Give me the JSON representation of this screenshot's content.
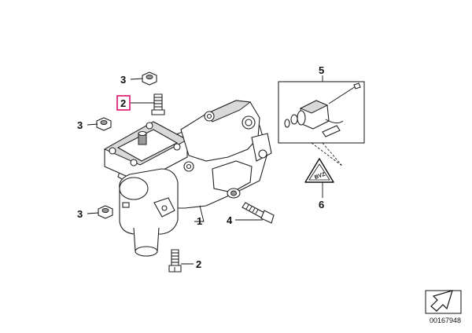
{
  "callouts": [
    {
      "id": "nut-top",
      "label": "3"
    },
    {
      "id": "bolt-top",
      "label": "2",
      "highlighted": true
    },
    {
      "id": "nut-left",
      "label": "3"
    },
    {
      "id": "part-1",
      "label": "1"
    },
    {
      "id": "nut-bottom",
      "label": "3"
    },
    {
      "id": "bolt-bottom",
      "label": "2"
    },
    {
      "id": "bolt-4",
      "label": "4"
    },
    {
      "id": "valve-5",
      "label": "5"
    },
    {
      "id": "label-6",
      "label": "6"
    }
  ],
  "diagram_number": "00167948",
  "highlight_color": "#e0287a"
}
